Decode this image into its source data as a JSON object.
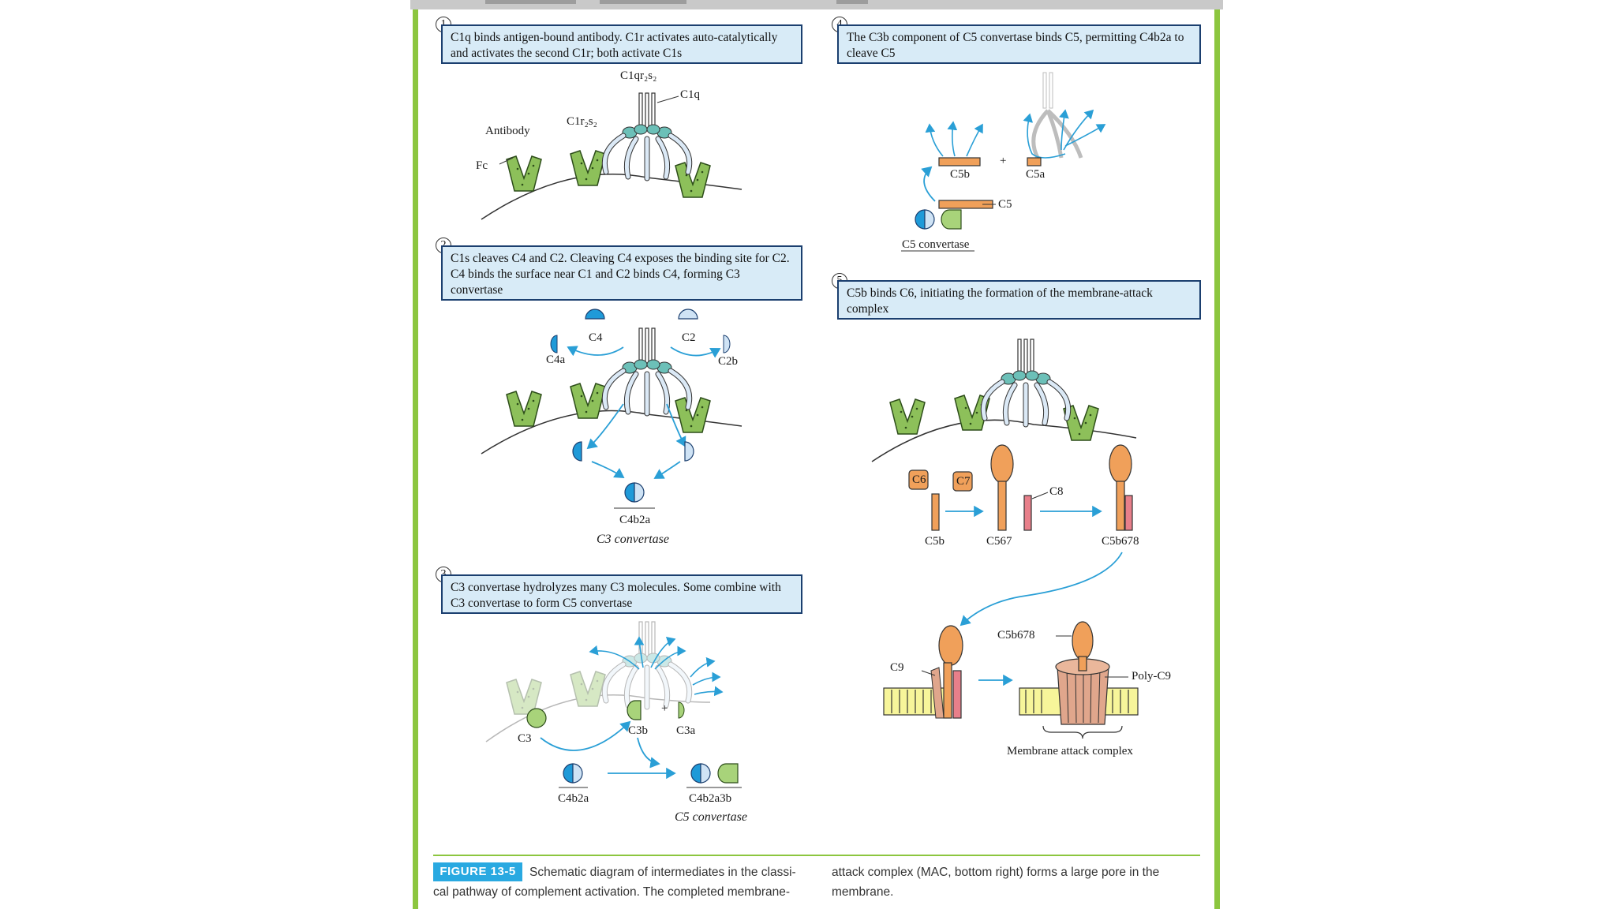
{
  "steps": [
    {
      "num": "1",
      "text": "C1q binds antigen-bound antibody.  C1r activates auto-catalytically and activates the second C1r; both activate C1s"
    },
    {
      "num": "2",
      "text": "C1s cleaves C4 and C2.  Cleaving C4 exposes the binding site for C2.  C4 binds the surface near C1 and C2 binds C4, forming C3 convertase"
    },
    {
      "num": "3",
      "text": "C3 convertase hydrolyzes many C3 molecules.  Some combine with C3 convertase to form C5 convertase"
    },
    {
      "num": "4",
      "text": "The C3b component of C5 convertase binds C5, permitting C4b2a to cleave C5"
    },
    {
      "num": "5",
      "text": "C5b binds C6, initiating the formation of the membrane-attack complex"
    }
  ],
  "labels": {
    "c1qr2s2": "C1qr₂s₂",
    "c1q": "C1q",
    "c1r2s2": "C1r₂s₂",
    "antibody": "Antibody",
    "fc": "Fc",
    "c4": "C4",
    "c2": "C2",
    "c4a": "C4a",
    "c2b": "C2b",
    "c4b2a_step2": "C4b2a",
    "c3_convertase": "C3 convertase",
    "c3": "C3",
    "c3b": "C3b",
    "c3a": "C3a",
    "plus": "+",
    "c4b2a_step3": "C4b2a",
    "c4b2a3b": "C4b2a3b",
    "c5_convertase_step3": "C5 convertase",
    "c5b_top": "C5b",
    "c5a": "C5a",
    "plus_step4": "+",
    "c5": "C5",
    "c5_convertase_step4": "C5 convertase",
    "c6": "C6",
    "c7": "C7",
    "c8": "C8",
    "c5b_bottom": "C5b",
    "c567": "C567",
    "c5b678_mid": "C5b678",
    "c9": "C9",
    "c5b678_mac": "C5b678",
    "poly_c9": "Poly-C9",
    "mac": "Membrane attack complex"
  },
  "caption": {
    "badge": "FIGURE 13-5",
    "line1": "Schematic diagram of intermediates in the classi-",
    "line2": "cal pathway of complement activation. The completed membrane-",
    "line3": "attack complex (MAC, bottom right) forms a large pore in the",
    "line4": "membrane."
  },
  "colors": {
    "frame_green": "#8cc63f",
    "box_fill": "#d8ebf7",
    "box_border": "#1b3f6f",
    "arrow_blue": "#2a9fd6",
    "antibody_green": "#8dc05a",
    "c5_orange": "#f0a05a",
    "c8_pink": "#e87f8a",
    "membrane_yellow": "#f7f59a",
    "badge_blue": "#29a9e1"
  }
}
